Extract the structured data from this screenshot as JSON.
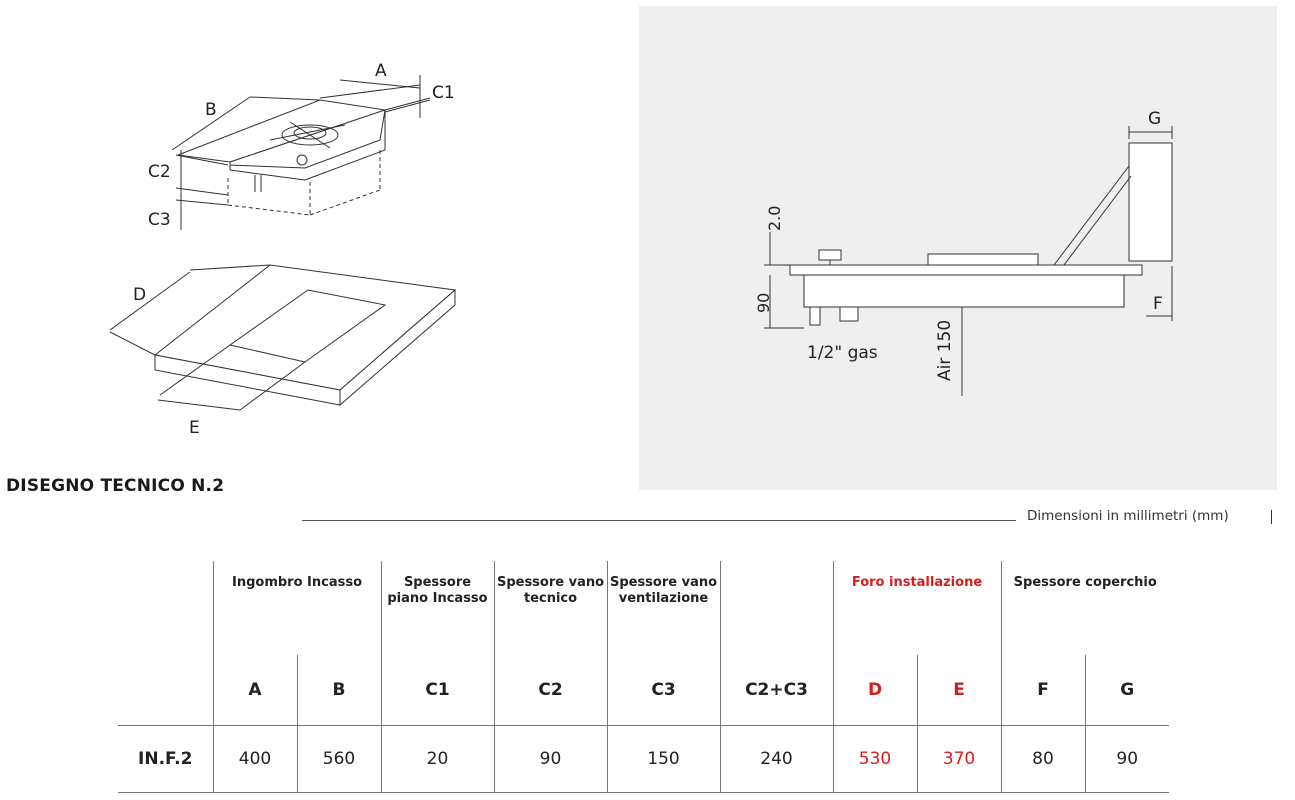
{
  "iso_labels": {
    "A": "A",
    "B": "B",
    "C1": "C1",
    "C2": "C2",
    "C3": "C3",
    "D": "D",
    "E": "E"
  },
  "side_labels": {
    "G": "G",
    "two": "2.0",
    "ninety": "90",
    "F": "F",
    "gas": "1/2\" gas",
    "air": "Air  150"
  },
  "section_title": "DISEGNO TECNICO N.2",
  "units_note": "Dimensioni in millimetri (mm)",
  "table": {
    "groups": {
      "ingombro": "Ingombro Incasso",
      "spessore_piano": "Spessore piano Incasso",
      "spessore_tecnico": "Spessore vano tecnico",
      "spessore_ventilazione": "Spessore vano ventilazione",
      "foro": "Foro installazione",
      "coperchio": "Spessore coperchio"
    },
    "columns": [
      "A",
      "B",
      "C1",
      "C2",
      "C3",
      "C2+C3",
      "D",
      "E",
      "F",
      "G"
    ],
    "row": {
      "name": "IN.F.2",
      "values": [
        "400",
        "560",
        "20",
        "90",
        "150",
        "240",
        "530",
        "370",
        "80",
        "90"
      ]
    }
  },
  "colors": {
    "accent_red": "#d42020",
    "panel_bg": "#efefef"
  }
}
